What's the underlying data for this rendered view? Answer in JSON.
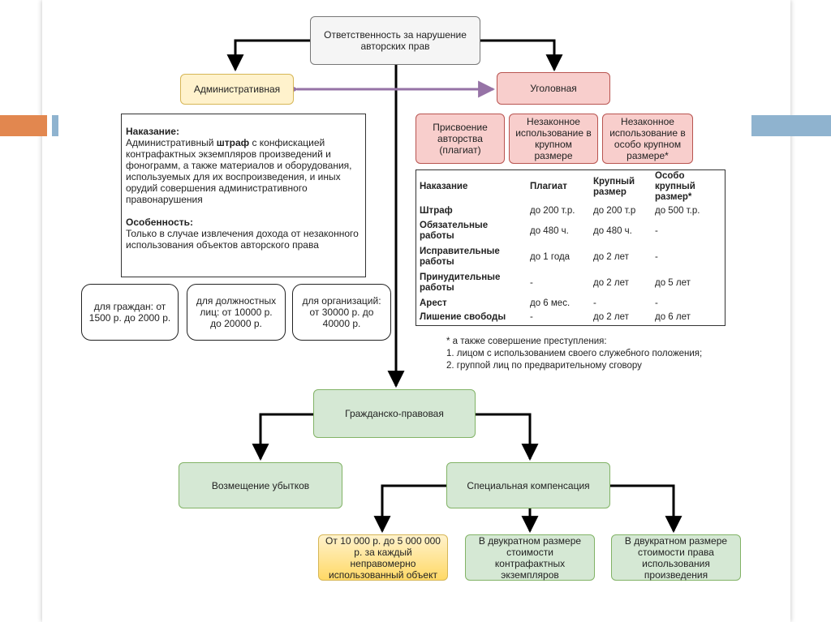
{
  "root": {
    "label": "Ответственность за нарушение авторских прав"
  },
  "admin": {
    "label": "Административная",
    "punishment_title": "Наказание:",
    "punishment_pre": "Административный ",
    "punishment_bold": "штраф",
    "punishment_post": " с конфискацией контрафактных экземпляров произведений и фонограмм, а также материалов и оборудования, используемых для их воспроизведения, и иных орудий совершения административного правонарушения",
    "feature_title": "Особенность:",
    "feature_text": "Только в случае извлечения дохода от незаконного использования объектов авторского права",
    "fines": [
      {
        "label": "для граждан: от 1500 р. до 2000 р."
      },
      {
        "label": "для должностных лиц: от 10000 р. до 20000 р."
      },
      {
        "label": "для организаций: от 30000 р. до 40000 р."
      }
    ]
  },
  "criminal": {
    "label": "Уголовная",
    "types": [
      {
        "label": "Присвоение авторства (плагиат)"
      },
      {
        "label": "Незаконное использование в крупном размере"
      },
      {
        "label": "Незаконное использование в особо крупном размере*"
      }
    ],
    "table": {
      "headers": [
        "Наказание",
        "Плагиат",
        "Крупный размер",
        "Особо крупный размер*"
      ],
      "rows": [
        [
          "Штраф",
          "до 200 т.р.",
          "до 200 т.р",
          "до 500 т.р."
        ],
        [
          "Обязательные работы",
          "до 480 ч.",
          "до 480 ч.",
          "-"
        ],
        [
          "Исправительные работы",
          "до 1 года",
          "до 2 лет",
          "-"
        ],
        [
          "Принудительные работы",
          "-",
          "до 2 лет",
          "до 5 лет"
        ],
        [
          "Арест",
          "до 6 мес.",
          "-",
          "-"
        ],
        [
          "Лишение свободы",
          "-",
          "до 2 лет",
          "до 6 лет"
        ]
      ]
    },
    "footnote": [
      "* а также совершение преступления:",
      "1. лицом с использованием своего служебного положения;",
      "2. группой лиц по предварительному сговору"
    ]
  },
  "civil": {
    "label": "Гражданско-правовая",
    "damages": {
      "label": "Возмещение убытков"
    },
    "compensation": {
      "label": "Специальная компенсация"
    },
    "options": [
      {
        "label": "От 10 000 р. до 5 000 000 р. за каждый неправомерно использованный объект"
      },
      {
        "label": "В двукратном размере стоимости контрафактных экземпляров"
      },
      {
        "label": "В двукратном размере стоимости права использования произведения"
      }
    ]
  },
  "colors": {
    "accent_orange": "#e2874f",
    "accent_blue": "#8fb3cf",
    "admin_fill": "#fff2cc",
    "criminal_fill": "#f8cecc",
    "civil_fill": "#d5e8d4",
    "link_purple": "#9673a6"
  }
}
